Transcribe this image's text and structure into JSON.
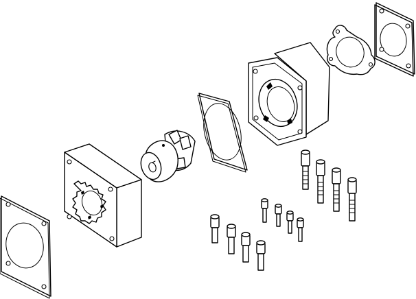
{
  "figure": {
    "kind": "exploded-view technical line drawing",
    "background": "#ffffff",
    "line_color": "#000000",
    "parts": [
      {
        "name": "front-gasket"
      },
      {
        "name": "mounting-flange"
      },
      {
        "name": "jaw-coupling"
      },
      {
        "name": "square-gasket"
      },
      {
        "name": "coupling-housing"
      },
      {
        "name": "round-gasket"
      },
      {
        "name": "rear-gasket"
      },
      {
        "name": "long-screws",
        "count": 4
      },
      {
        "name": "small-screws",
        "count": 4
      },
      {
        "name": "medium-screws",
        "count": 4
      }
    ]
  }
}
